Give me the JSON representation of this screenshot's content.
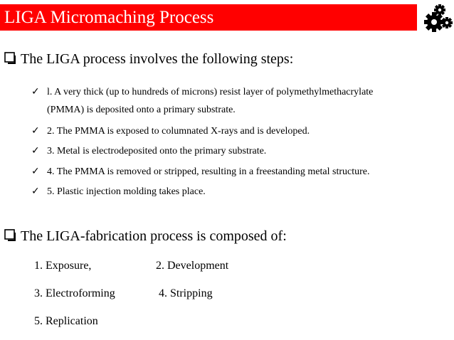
{
  "slide": {
    "title": "LIGA Micromaching Process",
    "title_bar_color": "#ff0000",
    "icon": "gears-icon"
  },
  "section1": {
    "heading": "The LIGA process involves the following steps:",
    "steps": [
      "l. A very thick (up to hundreds of microns) resist layer of polymethylmethacrylate",
      "(PMMA) is deposited onto a primary substrate.",
      "2. The PMMA is exposed to columnated X-rays and is developed.",
      "3. Metal is electrodeposited onto the primary substrate.",
      "4. The PMMA is removed or stripped, resulting in a freestanding metal structure.",
      "5. Plastic injection molding takes place."
    ]
  },
  "section2": {
    "heading": "The LIGA-fabrication process is composed of:",
    "parts": [
      "1. Exposure,",
      "2. Development",
      "3. Electroforming",
      "4. Stripping",
      "5. Replication"
    ]
  }
}
